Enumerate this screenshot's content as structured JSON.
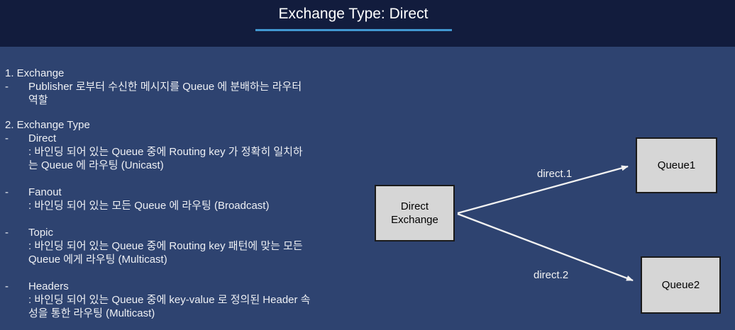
{
  "slide": {
    "title": "Exchange Type: Direct"
  },
  "colors": {
    "top_band": "#121c3d",
    "background": "#2e4370",
    "title_underline": "#4197d0",
    "box_fill": "#d6d6d6",
    "box_border": "#1a1a1a",
    "body_text": "#eef0f4",
    "arrow": "#f2f2f2"
  },
  "notes": {
    "bullet_char": "-",
    "sections": [
      {
        "heading": "1. Exchange",
        "items": [
          {
            "lines": [
              "Publisher 로부터 수신한 메시지를 Queue 에 분배하는 라우터",
              "역할"
            ]
          }
        ]
      },
      {
        "heading": "2. Exchange Type",
        "items": [
          {
            "lines": [
              "Direct",
              ": 바인딩 되어 있는 Queue 중에 Routing key 가 정확히 일치하",
              "는 Queue 에 라우팅 (Unicast)"
            ]
          },
          {
            "lines": [
              "Fanout",
              ": 바인딩 되어 있는 모든 Queue 에 라우팅 (Broadcast)"
            ]
          },
          {
            "lines": [
              "Topic",
              ": 바인딩 되어 있는 Queue 중에 Routing key 패턴에 맞는 모든",
              "Queue 에게 라우팅 (Multicast)"
            ]
          },
          {
            "lines": [
              "Headers",
              ": 바인딩 되어 있는 Queue 중에 key-value 로 정의된 Header 속",
              "성을 통한 라우팅 (Multicast)"
            ]
          }
        ]
      }
    ]
  },
  "diagram": {
    "exchange_box": {
      "lines": [
        "Direct",
        "Exchange"
      ]
    },
    "queue1_label": "Queue1",
    "queue2_label": "Queue2",
    "edge1_label": "direct.1",
    "edge2_label": "direct.2"
  }
}
